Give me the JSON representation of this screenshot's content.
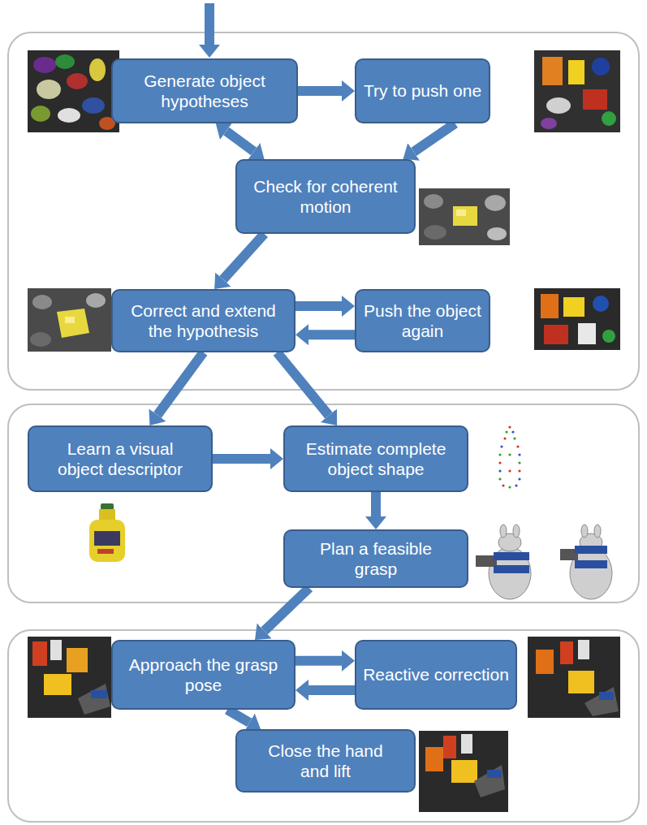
{
  "diagram": {
    "nodes": [
      {
        "text": [
          "Generate object hypotheses"
        ]
      },
      {
        "text": [
          "Try to push one"
        ]
      },
      {
        "text": [
          "Check for coherent motion"
        ]
      },
      {
        "text": [
          "Correct and extend the hypothesis"
        ]
      },
      {
        "text": [
          "Push the object again"
        ]
      },
      {
        "text": [
          "Learn a visual object descriptor"
        ]
      },
      {
        "text": [
          "Estimate complete object shape"
        ]
      },
      {
        "text": [
          "Plan a feasible grasp"
        ]
      },
      {
        "text": [
          "Approach the grasp pose"
        ]
      },
      {
        "text": [
          "Reactive correction"
        ]
      },
      {
        "text": [
          "Close the hand and lift"
        ]
      }
    ],
    "edges": [
      {
        "from": 0,
        "to": 1,
        "arrow": "to"
      },
      {
        "from": 1,
        "to": 2,
        "arrow": "to"
      },
      {
        "from": 2,
        "to": 0,
        "arrow": "both"
      },
      {
        "from": 2,
        "to": 3,
        "arrow": "to"
      },
      {
        "from": 3,
        "to": 4,
        "arrow": "to"
      },
      {
        "from": 4,
        "to": 3,
        "arrow": "to"
      },
      {
        "from": 3,
        "to": 5,
        "arrow": "to"
      },
      {
        "from": 3,
        "to": 6,
        "arrow": "to"
      },
      {
        "from": 5,
        "to": 6,
        "arrow": "to"
      },
      {
        "from": 6,
        "to": 7,
        "arrow": "to"
      },
      {
        "from": 7,
        "to": 8,
        "arrow": "to"
      },
      {
        "from": 8,
        "to": 9,
        "arrow": "to"
      },
      {
        "from": 9,
        "to": 8,
        "arrow": "to"
      },
      {
        "from": 8,
        "to": 10,
        "arrow": "to"
      }
    ]
  }
}
